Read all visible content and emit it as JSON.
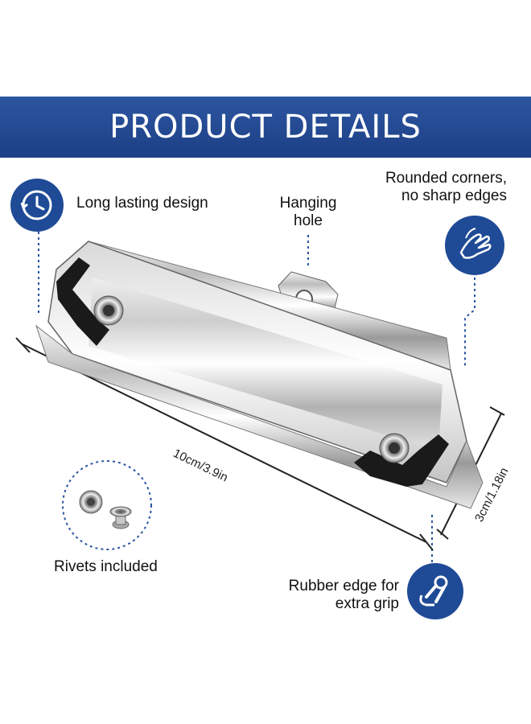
{
  "banner": {
    "title": "PRODUCT DETAILS"
  },
  "features": {
    "long_lasting": "Long lasting design",
    "hanging_hole_line1": "Hanging",
    "hanging_hole_line2": "hole",
    "rounded_line1": "Rounded corners,",
    "rounded_line2": "no sharp edges",
    "rivets": "Rivets included",
    "rubber_line1": "Rubber edge for",
    "rubber_line2": "extra grip"
  },
  "dimensions": {
    "length": "10cm/3.9in",
    "height": "3cm/1.18in"
  },
  "icons": {
    "long_lasting": "clock-history-icon",
    "rounded": "hand-touch-icon",
    "rubber": "hand-grip-icon"
  },
  "colors": {
    "banner": "#1f4a96",
    "icon_bg": "#1f4a96",
    "accent_dash": "#2a55a0"
  }
}
